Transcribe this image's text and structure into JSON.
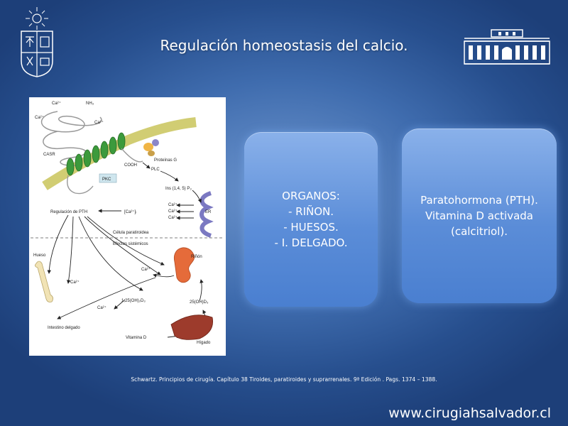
{
  "slide": {
    "title": "Regulación homeostasis del calcio.",
    "reference": "Schwartz. Principios de cirugía. Capítulo 38 Tiroides, paratiroides y suprarrenales. 9ª Edición . Pags. 1374 – 1388.",
    "website": "www.cirugiahsalvador.cl"
  },
  "logos": {
    "left": "university-coat-of-arms-icon",
    "right": "building-facade-icon"
  },
  "figure_labels": {
    "ca_top": "Ca²⁺",
    "nh3": "NH₃",
    "ca_left": "Ca²⁺",
    "ca_mid": "Ca²⁺",
    "casr": "CASR",
    "proteinas_g": "Proteínas G",
    "cooh": "COOH",
    "plc": "PLC",
    "pkc": "PKC",
    "ip3": "Ins (1,4, 5) P₃",
    "er": "ER",
    "regulacion_pth": "Regulación de PTH",
    "ca_i": "[Ca²⁺]ᵢ",
    "ca_er1": "Ca²⁺",
    "ca_er2": "Ca²⁺",
    "ca_er3": "Ca²⁺",
    "celula": "Célula paratiroidea",
    "efectos": "Efectos sistémicos",
    "hueso": "Hueso",
    "rinon": "Riñón",
    "ca_bone": "Ca²⁺",
    "ca_kidney": "Ca²⁺",
    "vitd3": "1,25(OH)₂D₃",
    "ca_intestine": "Ca²⁺",
    "oh25": "25(OH)D₃",
    "intestino": "Intestino delgado",
    "vitamina_d": "Vitamina D",
    "higado": "Hígado"
  },
  "card_left": {
    "heading": "ORGANOS:",
    "items": [
      "-    RIÑON.",
      "-    HUESOS.",
      "-    I. DELGADO."
    ]
  },
  "card_right": {
    "lines": [
      "Paratohormona (PTH).",
      "Vitamina D activada",
      "(calcitriol)."
    ]
  }
}
